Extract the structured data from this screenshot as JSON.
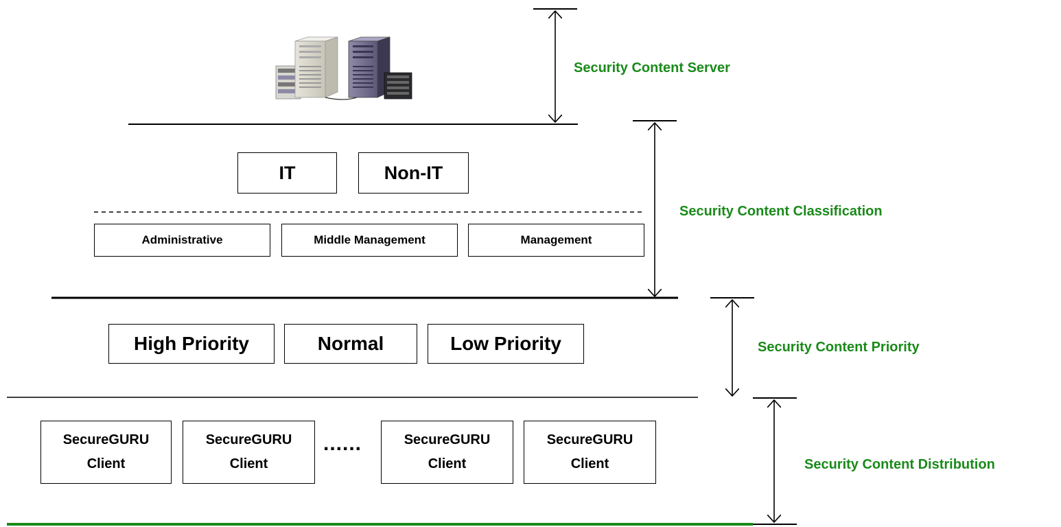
{
  "colors": {
    "label": "#1a8a1a",
    "baseline": "#1a8a1a"
  },
  "server": {
    "icon": "server-rack-icon"
  },
  "classification": {
    "top_boxes": [
      "IT",
      "Non-IT"
    ],
    "bottom_boxes": [
      "Administrative",
      "Middle Management",
      "Management"
    ]
  },
  "priority": {
    "boxes": [
      "High Priority",
      "Normal",
      "Low Priority"
    ]
  },
  "clients": {
    "items": [
      {
        "line1": "SecureGURU",
        "line2": "Client"
      },
      {
        "line1": "SecureGURU",
        "line2": "Client"
      },
      {
        "line1": "SecureGURU",
        "line2": "Client"
      },
      {
        "line1": "SecureGURU",
        "line2": "Client"
      }
    ],
    "ellipsis": "......"
  },
  "labels": {
    "server": "Security Content Server",
    "classification": "Security Content Classification",
    "priority": "Security Content Priority",
    "distribution": "Security Content Distribution"
  }
}
